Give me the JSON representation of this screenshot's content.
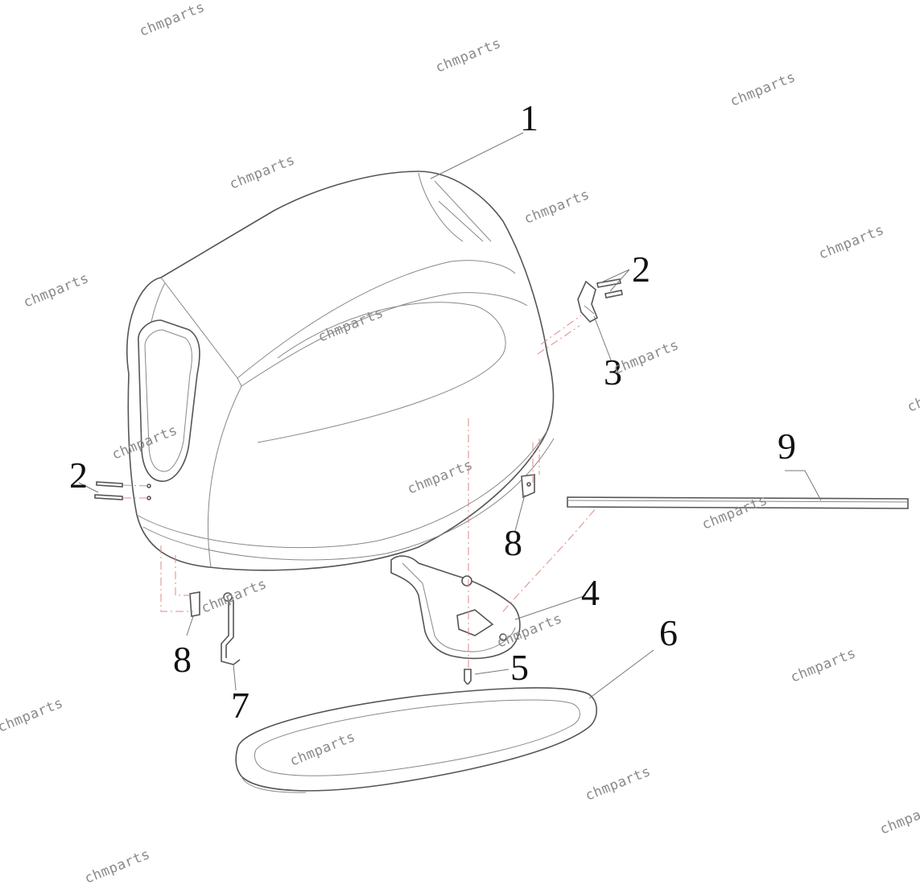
{
  "watermark": "chmparts",
  "callouts": {
    "c1": "1",
    "c2a": "2",
    "c2b": "2",
    "c3": "3",
    "c4": "4",
    "c5": "5",
    "c6": "6",
    "c7": "7",
    "c8a": "8",
    "c8b": "8",
    "c9": "9"
  },
  "colors": {
    "line": "#555555",
    "leader": "#777777",
    "assembly_dash": "#e08a8a",
    "watermark": "#8a8a8a"
  }
}
